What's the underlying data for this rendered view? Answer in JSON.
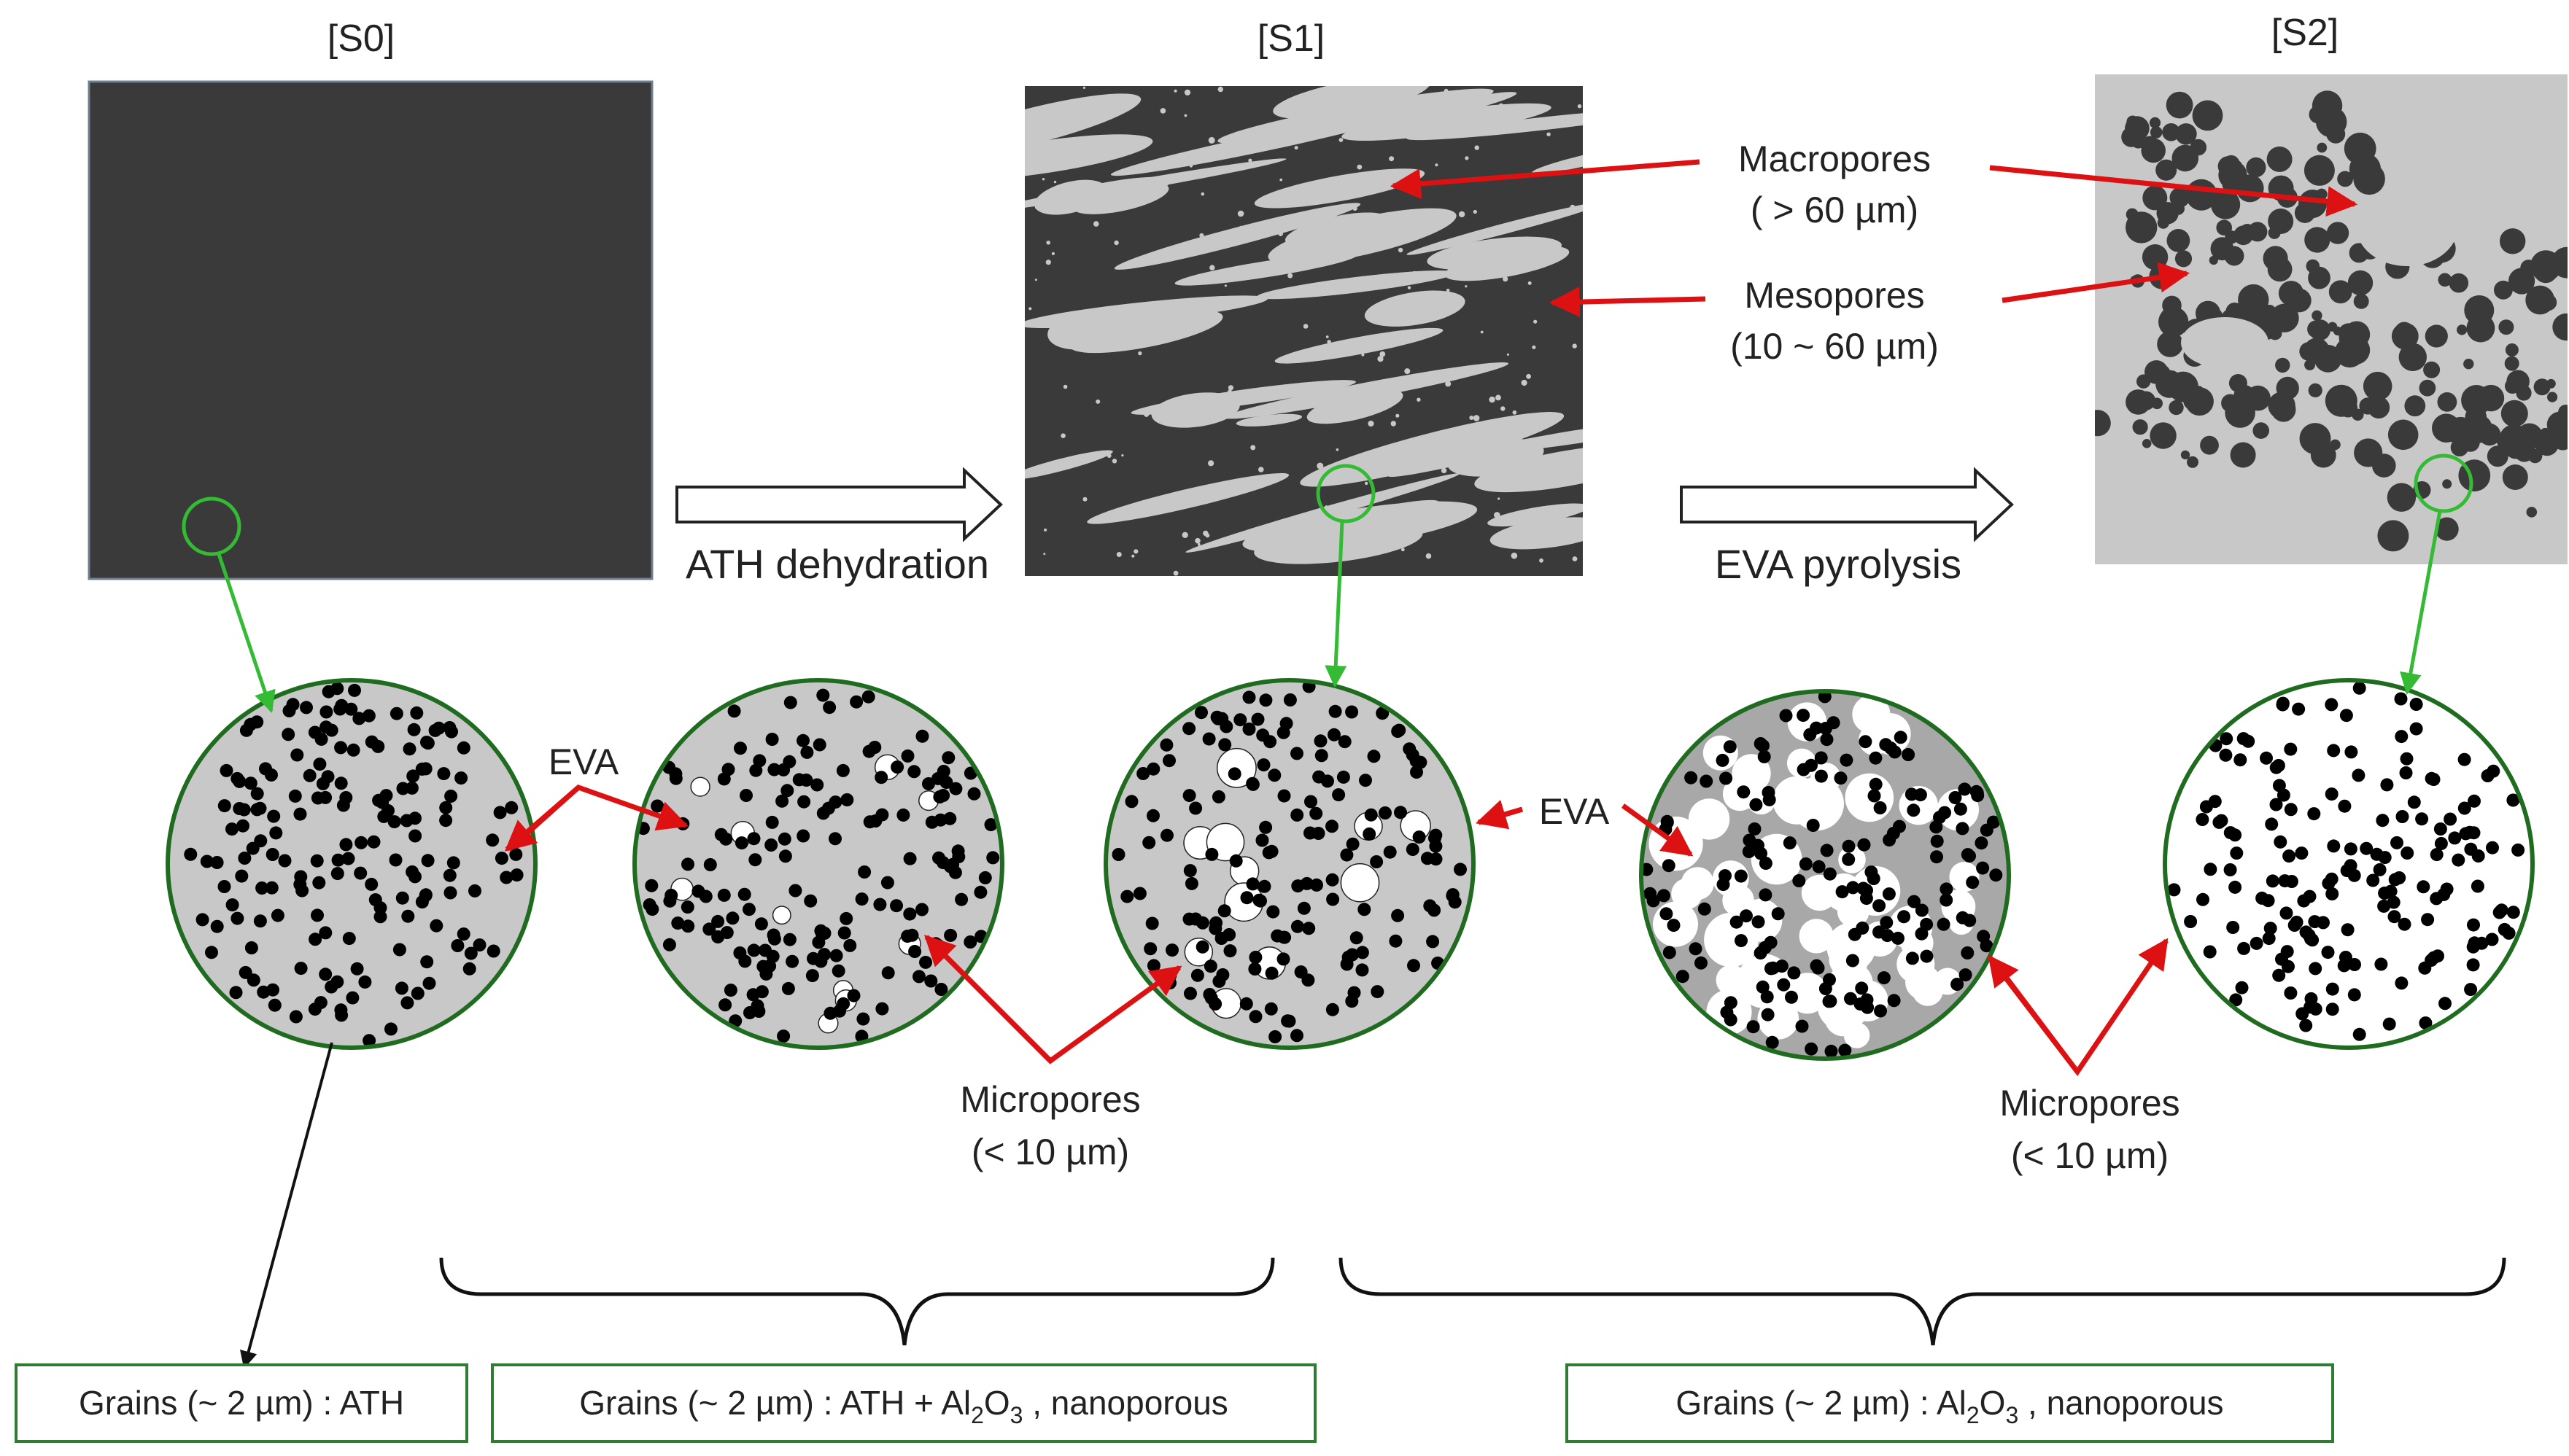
{
  "panels": {
    "s0": "[S0]",
    "s1": "[S1]",
    "s2": "[S2]"
  },
  "processes": {
    "dehydration": "ATH dehydration",
    "pyrolysis": "EVA pyrolysis"
  },
  "labels": {
    "macropores_title": "Macropores",
    "macropores_size": "( > 60 µm)",
    "mesopores_title": "Mesopores",
    "mesopores_size": "(10 ~ 60 µm)",
    "eva_left": "EVA",
    "eva_right": "EVA",
    "micropores_left_title": "Micropores",
    "micropores_left_size": "(< 10 µm)",
    "micropores_right_title": "Micropores",
    "micropores_right_size": "(< 10 µm)"
  },
  "grain_boxes": {
    "box1": "Grains (~ 2 µm) : ATH",
    "box2_prefix": "Grains (~ 2 µm) : ATH + Al",
    "box2_sub1": "2",
    "box2_mid": "O",
    "box2_sub2": "3",
    "box2_suffix": " , nanoporous",
    "box3_prefix": "Grains (~ 2 µm) : Al",
    "box3_sub1": "2",
    "box3_mid": "O",
    "box3_sub2": "3",
    "box3_suffix": " , nanoporous"
  },
  "colors": {
    "matrix_dark": "#3a3a3a",
    "pore_light": "#c8c8c8",
    "circle_border": "#1f6b1f",
    "green_arrow": "#33bb33",
    "red_arrow": "#dd1111",
    "box_border": "#2e7d32"
  }
}
